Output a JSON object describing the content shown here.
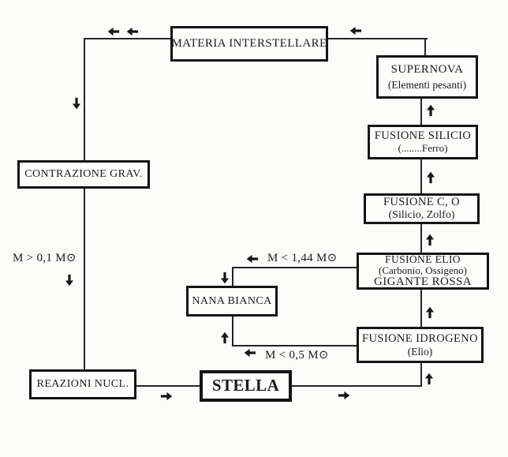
{
  "diagram": {
    "title": "stellar-evolution-flowchart",
    "colors": {
      "ink": "#1b1b1b",
      "background": "#fcfcfb",
      "box_border": "#141414"
    },
    "nodes": {
      "materia": {
        "label": "MATERIA INTERSTELLARE"
      },
      "supernova": {
        "label": "SUPERNOVA",
        "sublabel": "(Elementi pesanti)"
      },
      "fusione_silicio": {
        "label": "FUSIONE SILICIO",
        "sublabel": "(........Ferro)"
      },
      "fusione_co": {
        "label": "FUSIONE C, O",
        "sublabel": "(Silicio, Zolfo)"
      },
      "fusione_elio": {
        "label": "FUSIONE ELIO",
        "sublabel": "(Carbonio, Ossigeno)",
        "sublabel2": "GIGANTE ROSSA"
      },
      "fusione_idrogeno": {
        "label": "FUSIONE IDROGENO",
        "sublabel": "(Elio)"
      },
      "contrazione": {
        "label": "CONTRAZIONE GRAV."
      },
      "nana_bianca": {
        "label": "NANA BIANCA"
      },
      "reazioni": {
        "label": "REAZIONI NUCL."
      },
      "stella": {
        "label": "STELLA"
      }
    },
    "mass_labels": {
      "m_gt_01": "M > 0,1 M⊙",
      "m_lt_144": "M < 1,44 M⊙",
      "m_lt_05": "M < 0,5 M⊙"
    }
  }
}
